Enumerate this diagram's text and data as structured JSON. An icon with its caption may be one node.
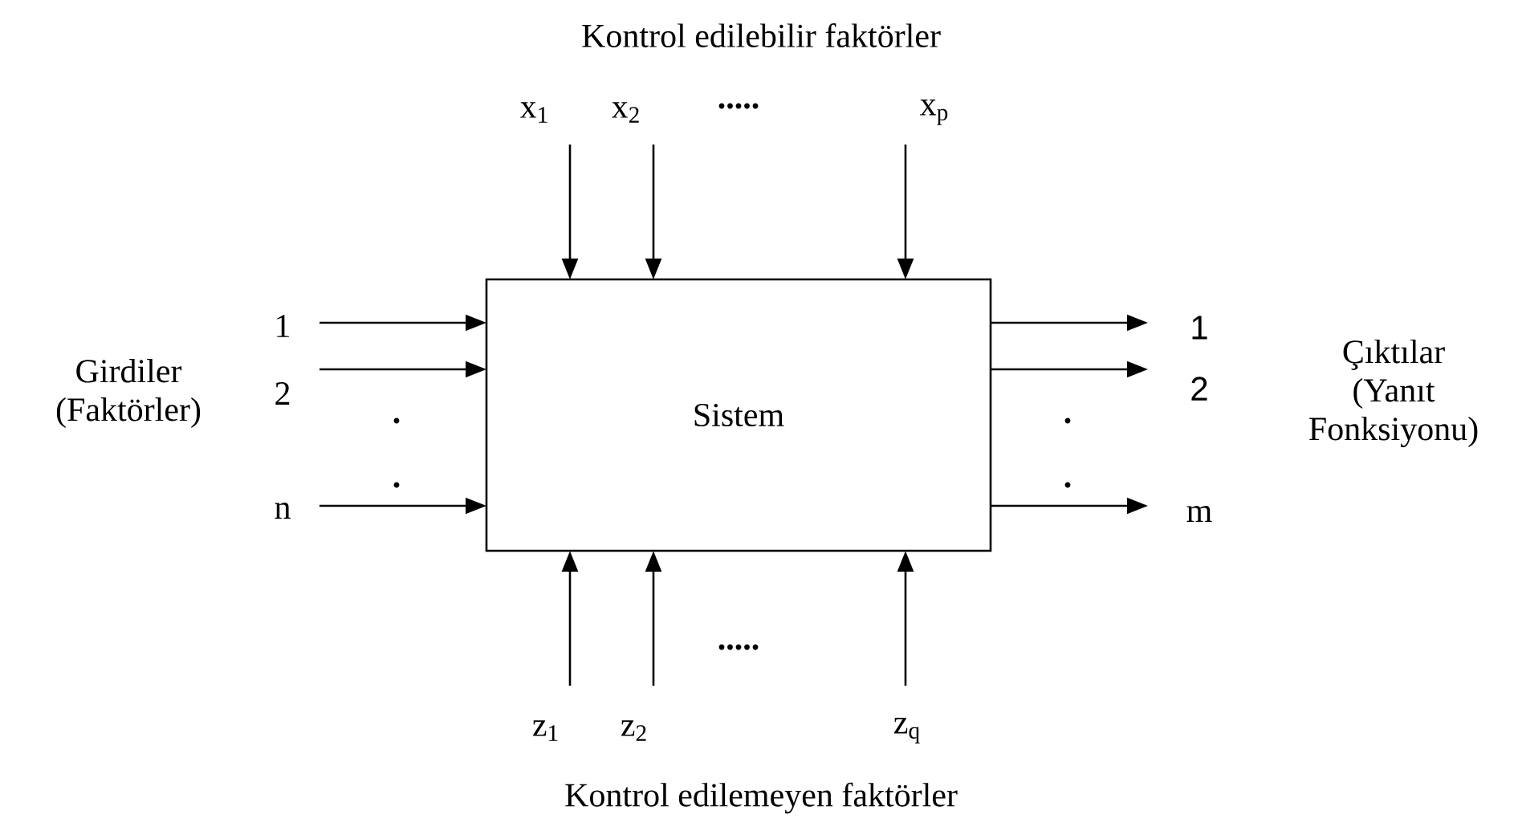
{
  "diagram": {
    "nodes": [
      {
        "text": [
          "x$_{1}$"
        ]
      },
      {
        "text": [
          "x$_{2}$"
        ]
      },
      {
        "text": [
          "x$_{p}$"
        ]
      },
      {
        "text": [
          "1"
        ]
      },
      {
        "text": [
          "2"
        ]
      },
      {
        "text": [
          "n"
        ]
      },
      {
        "text": [
          "Sistem"
        ]
      },
      {
        "text": [
          "1"
        ]
      },
      {
        "text": [
          "2"
        ]
      },
      {
        "text": [
          "m"
        ]
      },
      {
        "text": [
          "z$_{1}$"
        ]
      },
      {
        "text": [
          "z$_{2}$"
        ]
      },
      {
        "text": [
          "z$_{q}$"
        ]
      }
    ],
    "edges": [
      {
        "from": 0,
        "to": 6,
        "arrow": "to"
      },
      {
        "from": 1,
        "to": 6,
        "arrow": "to"
      },
      {
        "from": 2,
        "to": 6,
        "arrow": "to"
      },
      {
        "from": 3,
        "to": 6,
        "arrow": "to"
      },
      {
        "from": 4,
        "to": 6,
        "arrow": "to"
      },
      {
        "from": 5,
        "to": 6,
        "arrow": "to"
      },
      {
        "from": 6,
        "to": 7,
        "arrow": "to"
      },
      {
        "from": 6,
        "to": 8,
        "arrow": "to"
      },
      {
        "from": 6,
        "to": 9,
        "arrow": "to"
      },
      {
        "from": 10,
        "to": 6,
        "arrow": "to"
      },
      {
        "from": 11,
        "to": 6,
        "arrow": "to"
      },
      {
        "from": 12,
        "to": 6,
        "arrow": "to"
      }
    ],
    "labels": [
      "Kontrol edilebilir faktörler",
      ".....",
      "Girdiler (Faktörler)",
      "Çıktılar (Yanıt Fonksiyonu)",
      ".",
      ".",
      ".",
      ".",
      ".....",
      "Kontrol edilemeyen faktörler"
    ]
  }
}
